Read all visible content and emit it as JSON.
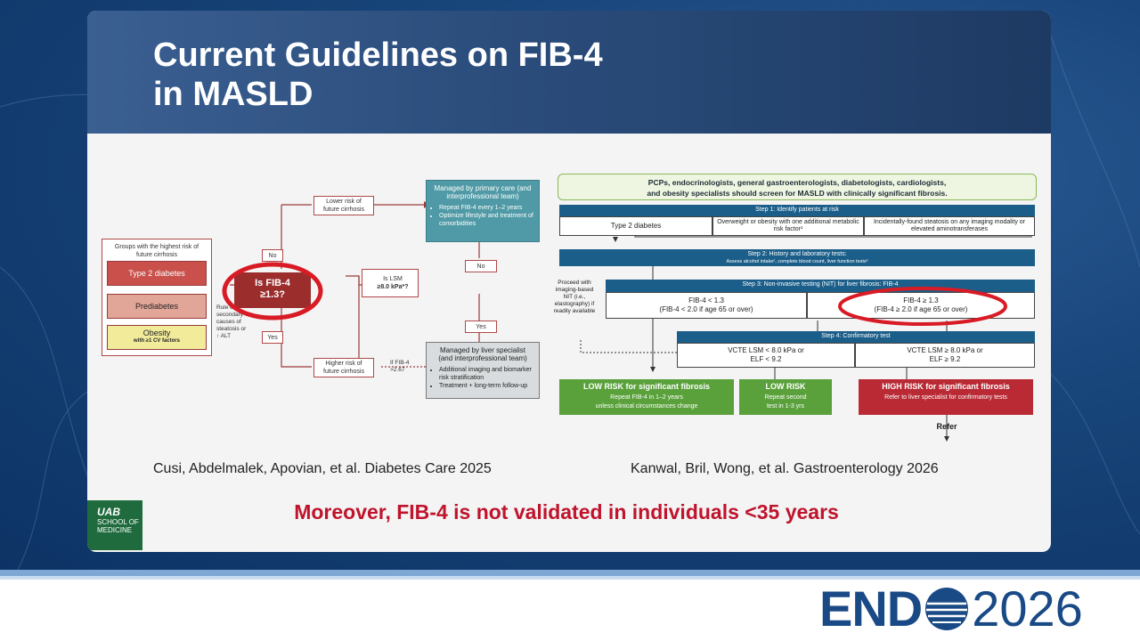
{
  "slide": {
    "title_line1": "Current Guidelines on FIB-4",
    "title_line2": "in MASLD",
    "citation_left": "Cusi, Abdelmalek, Apovian, et al. Diabetes Care 2025",
    "citation_right": "Kanwal, Bril, Wong, et al. Gastroenterology 2026",
    "warning": "Moreover, FIB-4 is not validated in individuals <35 years",
    "logo_line1": "UAB",
    "logo_line2": "SCHOOL OF",
    "logo_line3": "MEDICINE"
  },
  "left_diagram": {
    "groups_title": "Groups with the highest risk of future cirrhosis",
    "group_type2": "Type 2 diabetes",
    "group_prediabetes": "Prediabetes",
    "group_obesity": "Obesity",
    "group_obesity_sub": "with ≥1 CV factors",
    "rule_out": "Rule out secondary causes of steatosis or ↑ ALT",
    "decision_line1": "Is FIB-4",
    "decision_line2": "≥1.3?",
    "no_label": "No",
    "yes_label": "Yes",
    "lower_risk": "Lower risk of future cirrhosis",
    "higher_risk": "Higher risk of future cirrhosis",
    "lsm_question_1": "Is LSM",
    "lsm_question_2": "≥8.0 kPa*?",
    "lsm_no": "No",
    "lsm_yes": "Yes",
    "fib_note": "If FIB-4 >2.67",
    "primary_care_title": "Managed by primary care (and interprofessional team)",
    "primary_care_b1": "Repeat FIB-4 every 1–2 years",
    "primary_care_b2": "Optimize lifestyle and treatment of comorbidities",
    "specialist_title": "Managed by liver specialist (and interprofessional team)",
    "specialist_b1": "Additional imaging and biomarker risk stratification",
    "specialist_b2": "Treatment + long-term follow-up"
  },
  "right_diagram": {
    "screen_line1": "PCPs, endocrinologists, general gastroenterologists, diabetologists, cardiologists,",
    "screen_line2": "and obesity specialists should screen for MASLD with clinically significant fibrosis.",
    "step1": "Step 1: Identify patients at risk",
    "step1_c1": "Type 2 diabetes",
    "step1_c2": "Overweight or obesity with one additional metabolic risk factor¹",
    "step1_c3": "Incidentally-found steatosis on any imaging modality or elevated aminotransferases",
    "step2": "Step 2: History and laboratory tests:",
    "step2_sub": "Assess alcohol intake², complete blood count, liver function tests³",
    "side_note": "Proceed with imaging-based NIT (i.e., elastography) if readily available",
    "step3": "Step 3: Non-invasive testing (NIT) for liver fibrosis: FIB-4",
    "step3_c1_l1": "FIB-4 < 1.3",
    "step3_c1_l2": "(FIB-4 < 2.0 if age 65 or over)",
    "step3_c2_l1": "FIB-4 ≥ 1.3",
    "step3_c2_l2": "(FIB-4 ≥ 2.0 if age 65 or over)",
    "step4": "Step 4: Confirmatory test",
    "step4_c1_l1": "VCTE LSM < 8.0 kPa or",
    "step4_c1_l2": "ELF < 9.2",
    "step4_c2_l1": "VCTE LSM ≥ 8.0 kPa or",
    "step4_c2_l2": "ELF ≥ 9.2",
    "low_title": "LOW RISK for significant fibrosis",
    "low_l1": "Repeat FIB-4 in 1–2 years",
    "low_l2": "unless clinical circumstances change",
    "low2_title": "LOW RISK",
    "low2_l1": "Repeat second",
    "low2_l2": "test in 1-3 yrs",
    "high_title": "HIGH RISK for significant fibrosis",
    "high_l1": "Refer to liver specialist for confirmatory tests",
    "refer": "Refer"
  },
  "footer": {
    "brand_part1": "END",
    "brand_part2": "2026"
  },
  "colors": {
    "accent_blue": "#1b5e89",
    "alert_red": "#c0132c",
    "low_green": "#5aa13c",
    "high_red": "#b92a35",
    "uab_green": "#1f6b3d"
  }
}
